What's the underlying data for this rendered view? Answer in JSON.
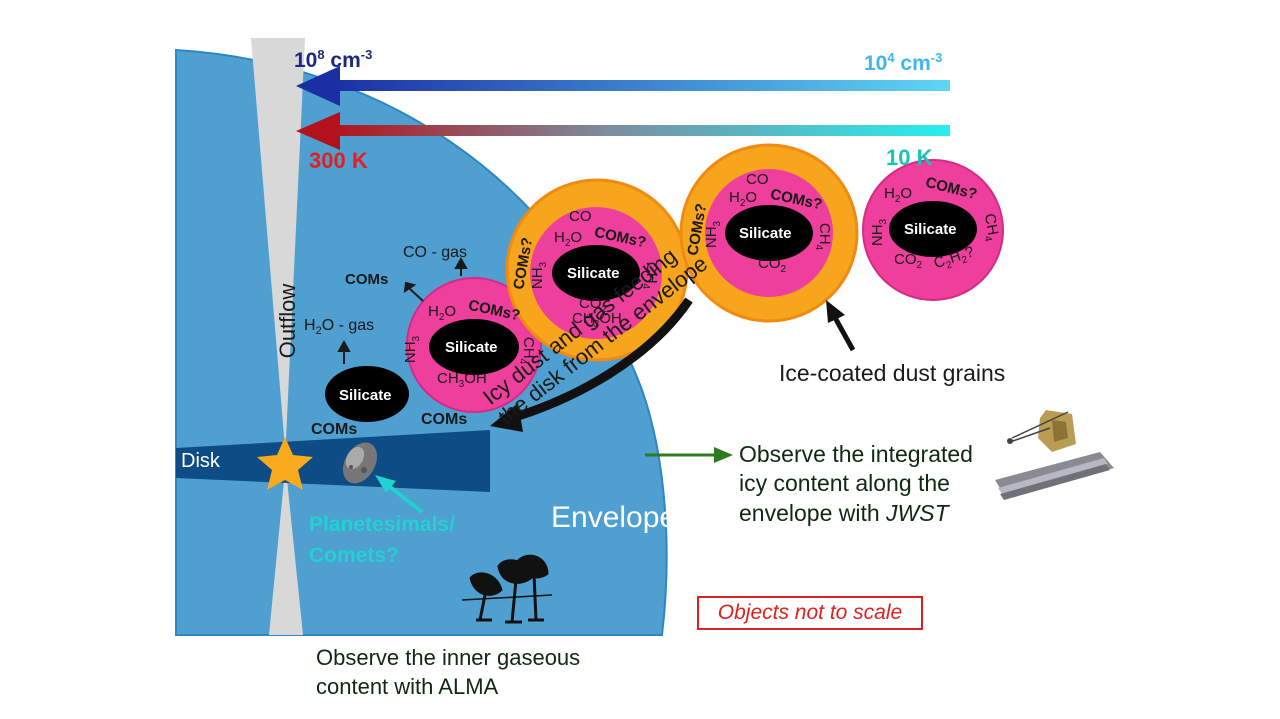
{
  "density": {
    "high": "10",
    "high_exp": "8",
    "low": "10",
    "low_exp": "4",
    "unit": " cm",
    "unit_exp": "-3"
  },
  "temperature": {
    "hot": "300 K",
    "cold": "10 K"
  },
  "regions": {
    "outflow": "Outflow",
    "disk": "Disk",
    "envelope": "Envelope"
  },
  "grains": {
    "core": "Silicate",
    "comsq": "COMs?",
    "coms": "COMs",
    "co": "CO",
    "co2": "CO",
    "co2_sub": "2",
    "h2o": "H",
    "h2o_sub": "2",
    "h2o_tail": "O",
    "nh3": "NH",
    "nh3_sub": "3",
    "ch4": "CH",
    "ch4_sub": "4",
    "ch3oh": "CH",
    "ch3oh_sub": "3",
    "ch3oh_tail": "OH",
    "c2h2a": "C",
    "c2h2_sub": "2",
    "c2h2b": "H",
    "c2h2_tail": "?",
    "co_gas": "CO - gas",
    "h2o_gas_tail": "O - gas"
  },
  "labels": {
    "ice_grains": "Ice-coated dust grains",
    "feeding_line1": "Icy dust and gas feeding",
    "feeding_line2": "the disk from the envelope",
    "planetesimals_line1": "Planetesimals/",
    "planetesimals_line2": "Comets?",
    "jwst_line1": "Observe the integrated",
    "jwst_line2": "icy content along the",
    "jwst_line3": "envelope with ",
    "jwst_name": "JWST",
    "alma_line1": "Observe the inner gaseous",
    "alma_line2": "content with ALMA",
    "note": "Objects not to scale"
  },
  "colors": {
    "envelope": "#4f9fd0",
    "outflow": "#d8d8d8",
    "disk": "#0e4c86",
    "mantle": "#ee3f9c",
    "outer_ice": "#f7a51c",
    "core": "#000000",
    "density_arrow_dark": "#1b2fa5",
    "density_arrow_light": "#5fd6f4",
    "temp_arrow_hot": "#b3121a",
    "temp_arrow_cold": "#28eef0",
    "density_hi_text": "#1b2a80",
    "density_lo_text": "#3fb6ec",
    "temp_hot_text": "#e02020",
    "temp_cold_text": "#19c4b4",
    "planetesimal_text": "#21d2d2",
    "jwst_arrow": "#2c7a22",
    "star": "#f8a91c",
    "note": "#e02020"
  }
}
